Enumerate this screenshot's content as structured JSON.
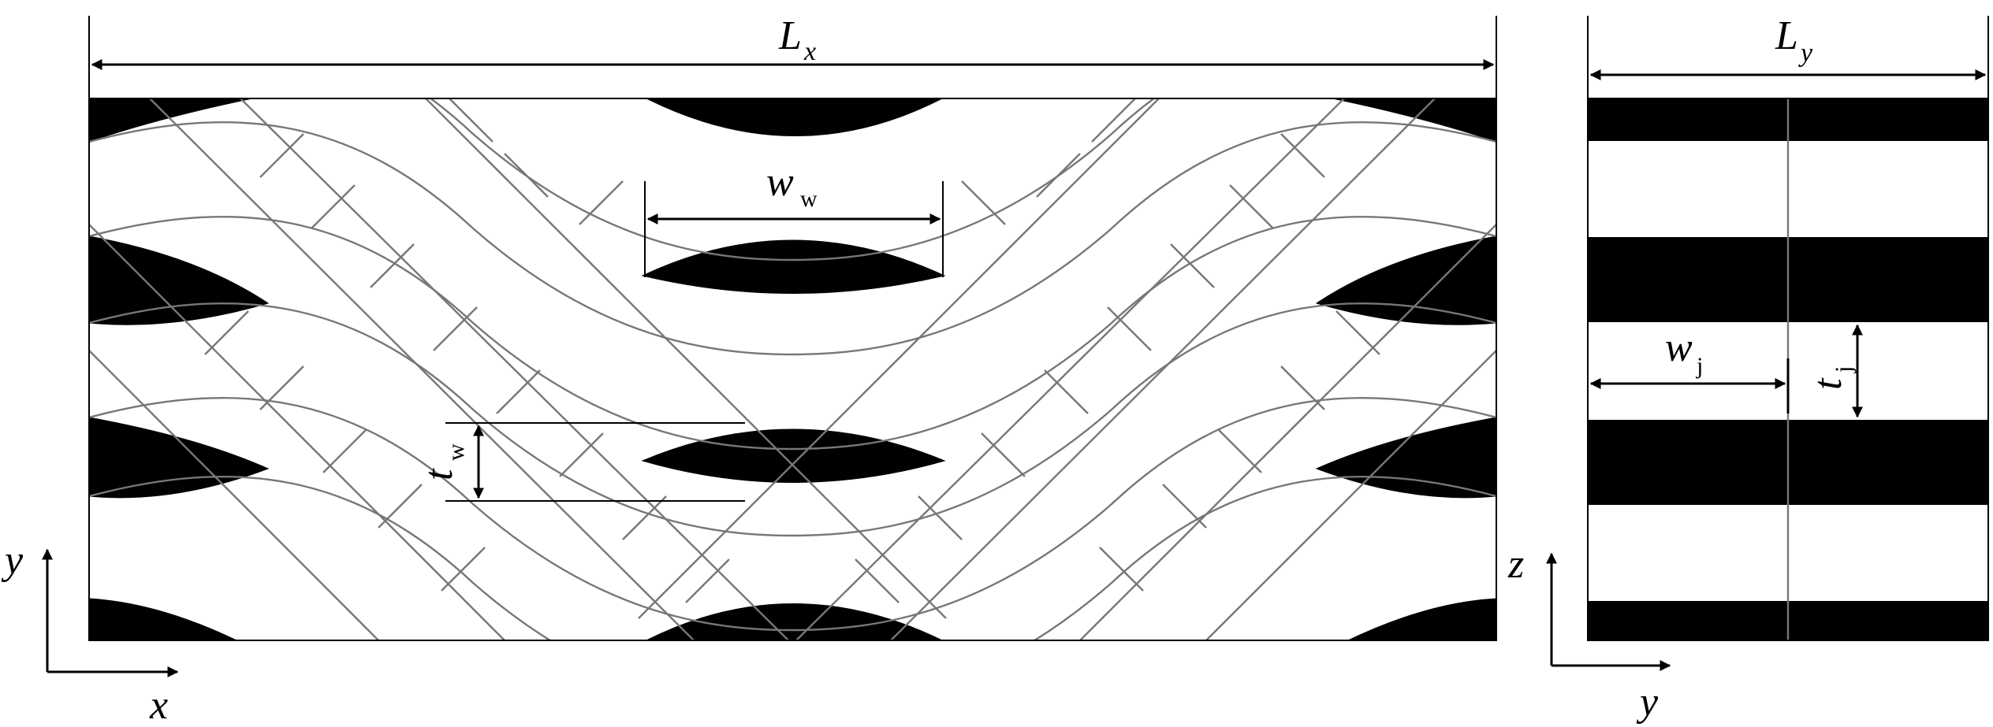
{
  "labels": {
    "lx_main": "L",
    "lx_sub": "x",
    "ly_main": "L",
    "ly_sub": "y",
    "ww_main": "w",
    "ww_sub": "w",
    "tw_main": "t",
    "tw_sub": "w",
    "wj_main": "w",
    "wj_sub": "j",
    "tj_main": "t",
    "tj_sub": "j"
  },
  "axes_left": {
    "vertical": "y",
    "horizontal": "x"
  },
  "axes_right": {
    "vertical": "z",
    "horizontal": "y"
  },
  "colors": {
    "fill": "#000000",
    "stroke": "#000000",
    "tow_edge": "#777777",
    "background": "#ffffff"
  }
}
